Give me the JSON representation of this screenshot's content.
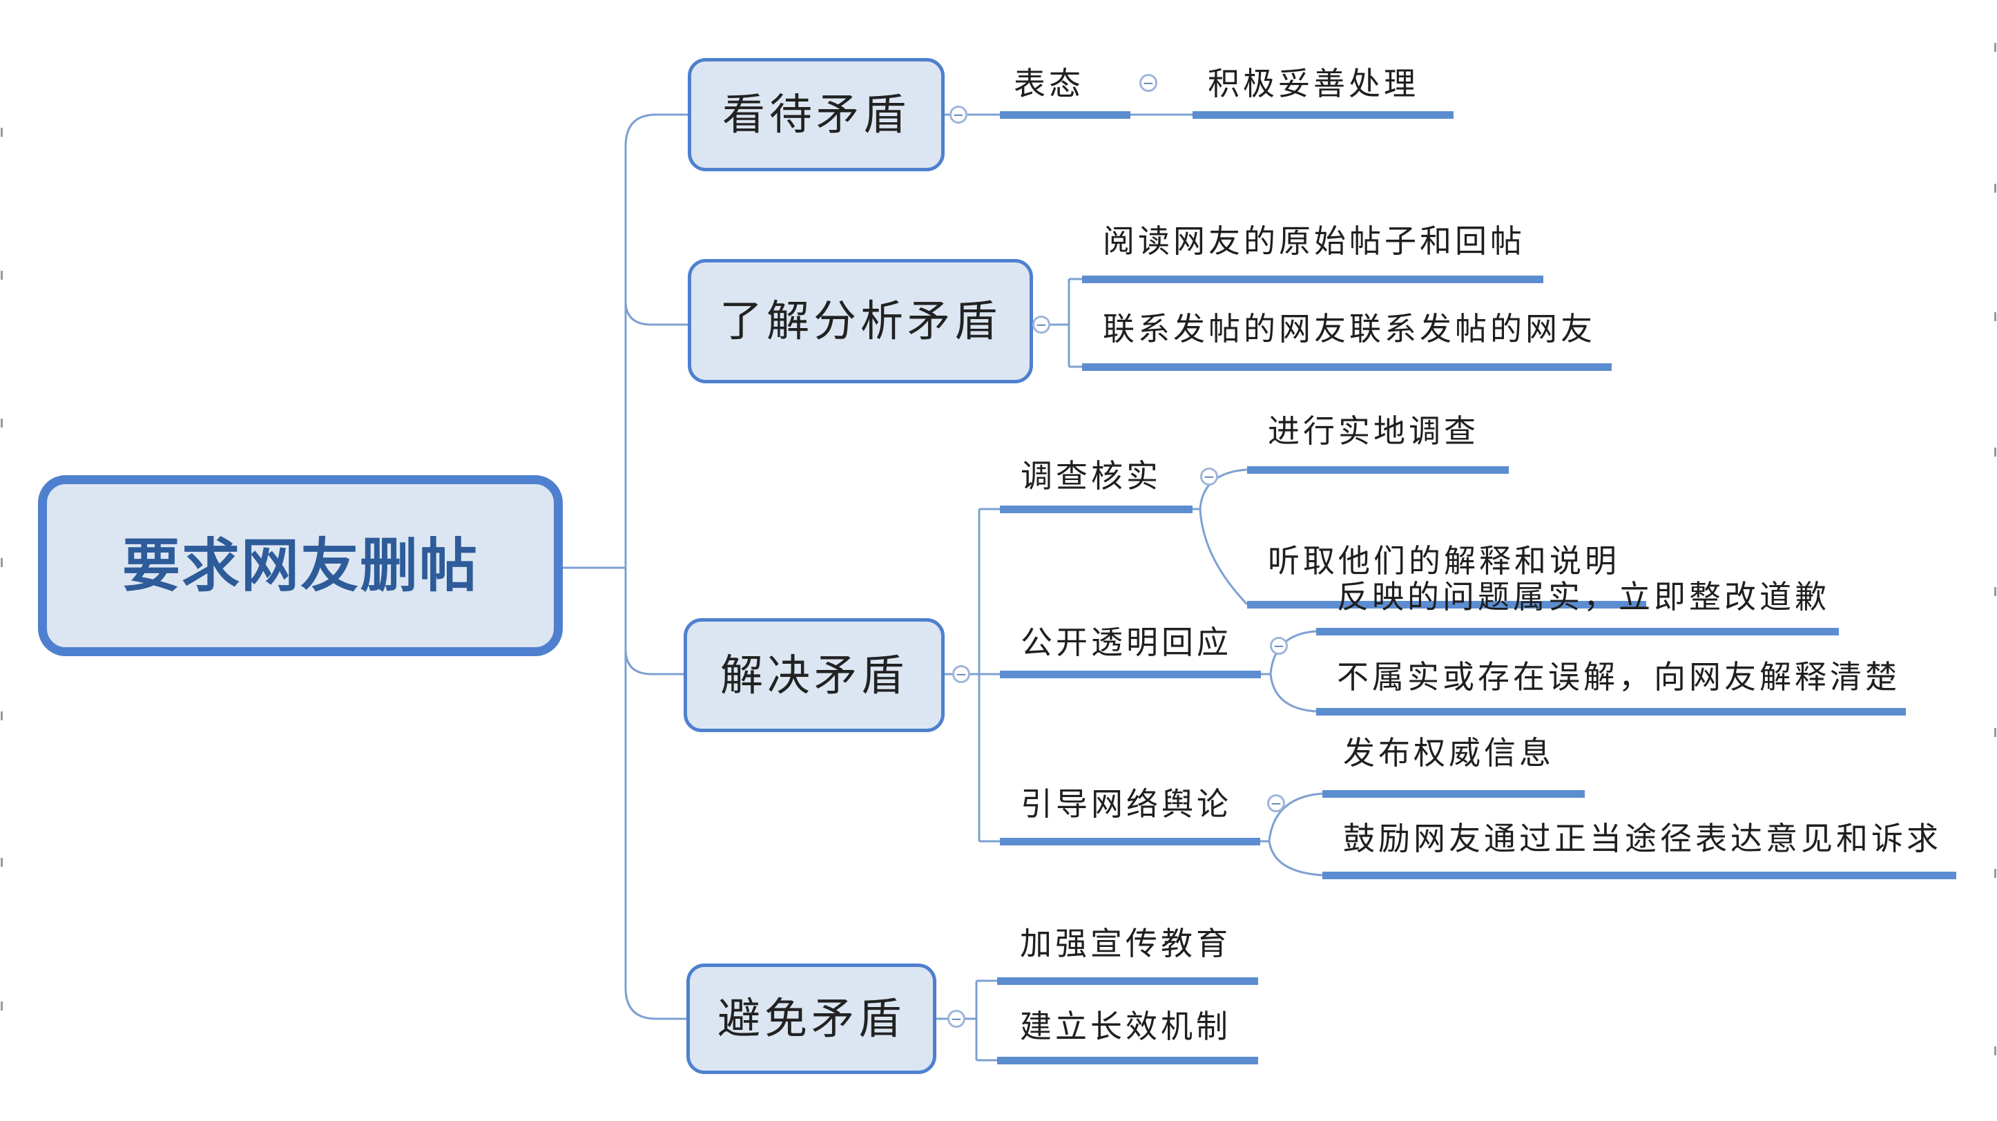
{
  "diagram_type": "mind-map",
  "root": {
    "label": "要求网友删帖"
  },
  "branches": [
    {
      "label": "看待矛盾",
      "children": [
        {
          "label": "表态",
          "children": [
            {
              "label": "积极妥善处理"
            }
          ]
        }
      ]
    },
    {
      "label": "了解分析矛盾",
      "children": [
        {
          "label": "阅读网友的原始帖子和回帖"
        },
        {
          "label": "联系发帖的网友联系发帖的网友"
        }
      ]
    },
    {
      "label": "解决矛盾",
      "children": [
        {
          "label": "调查核实",
          "children": [
            {
              "label": "进行实地调查"
            },
            {
              "label": "听取他们的解释和说明"
            }
          ]
        },
        {
          "label": "公开透明回应",
          "children": [
            {
              "label": "反映的问题属实，立即整改道歉"
            },
            {
              "label": "不属实或存在误解，向网友解释清楚"
            }
          ]
        },
        {
          "label": "引导网络舆论",
          "children": [
            {
              "label": "发布权威信息"
            },
            {
              "label": "鼓励网友通过正当途径表达意见和诉求"
            }
          ]
        }
      ]
    },
    {
      "label": "避免矛盾",
      "children": [
        {
          "label": "加强宣传教育"
        },
        {
          "label": "建立长效机制"
        }
      ]
    }
  ],
  "icons": {
    "collapse_glyph": "−"
  },
  "colors": {
    "branch_bar": "#5c8dd0",
    "box_border": "#4f80cf",
    "box_fill": "#dce6f2",
    "connector_line": "#7da0d2",
    "root_text": "#2e5b99",
    "topic_text": "#1f1f1f"
  }
}
